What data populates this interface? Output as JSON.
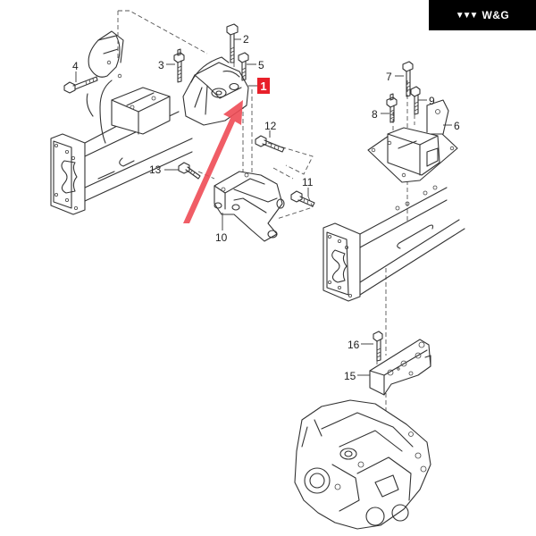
{
  "brand": {
    "logo_icon": "triple-chevron-logo-icon",
    "logo_glyph": "▼▼▼",
    "name": "W&G",
    "background": "#000000",
    "text_color": "#ffffff"
  },
  "diagram": {
    "title": "Engine / transmission mount exploded view",
    "highlight_color": "#e8202a",
    "arrow_color": "#ee4b55",
    "highlighted_part": "1",
    "callouts": [
      {
        "id": "1",
        "highlighted": true
      },
      {
        "id": "2"
      },
      {
        "id": "3"
      },
      {
        "id": "4"
      },
      {
        "id": "5"
      },
      {
        "id": "6"
      },
      {
        "id": "7"
      },
      {
        "id": "8"
      },
      {
        "id": "9"
      },
      {
        "id": "10"
      },
      {
        "id": "11"
      },
      {
        "id": "12"
      },
      {
        "id": "13"
      },
      {
        "id": "15"
      },
      {
        "id": "16"
      }
    ]
  }
}
